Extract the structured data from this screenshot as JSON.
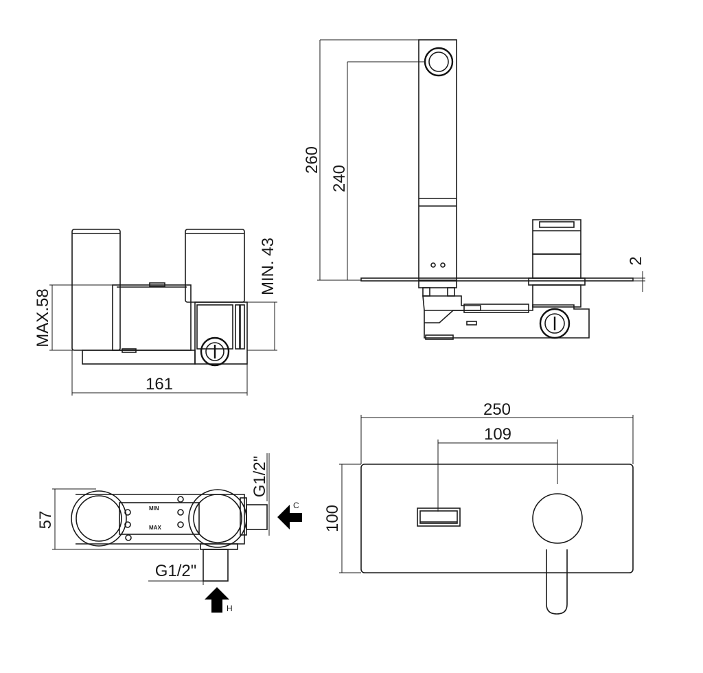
{
  "dimensions": {
    "overall_height": "260",
    "spout_height": "240",
    "plate_thickness": "2",
    "max_depth": "MAX.58",
    "min_depth": "MIN. 43",
    "body_width": "161",
    "plate_width": "250",
    "center_distance": "109",
    "plate_height": "100",
    "body_depth": "57",
    "inlet_cold_thread": "G1/2\"",
    "inlet_hot_thread": "G1/2\""
  },
  "markings": {
    "min_label": "MIN",
    "max_label": "MAX",
    "cold_label": "C",
    "hot_label": "H"
  }
}
